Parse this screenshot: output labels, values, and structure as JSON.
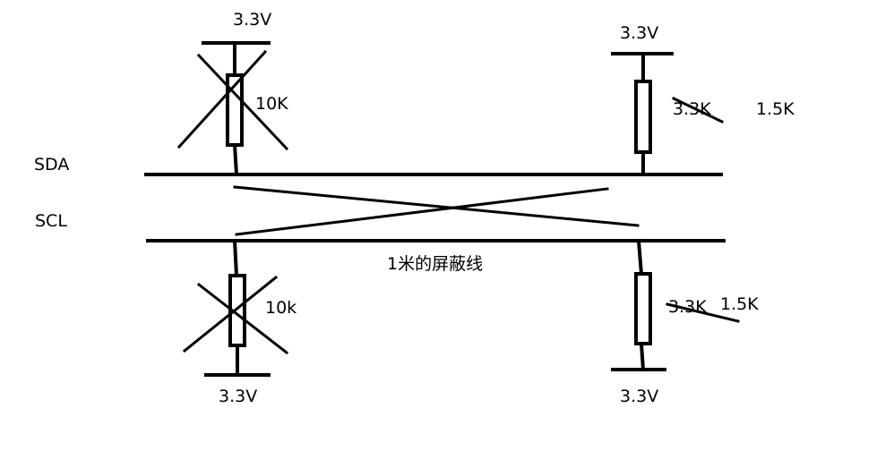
{
  "colors": {
    "ink": "#000000",
    "background": "#ffffff"
  },
  "labels": {
    "sda": "SDA",
    "scl": "SCL",
    "cable": "1米的屏蔽线",
    "supply_top_left": "3.3V",
    "supply_top_right": "3.3V",
    "supply_bottom_left": "3.3V",
    "supply_bottom_right": "3.3V",
    "res_top_left": "10K",
    "res_bottom_left": "10k",
    "res_top_right_old": "3.3K",
    "res_top_right_new": "1.5K",
    "res_bottom_right_old": "3.3K",
    "res_bottom_right_new": "1.5K"
  }
}
